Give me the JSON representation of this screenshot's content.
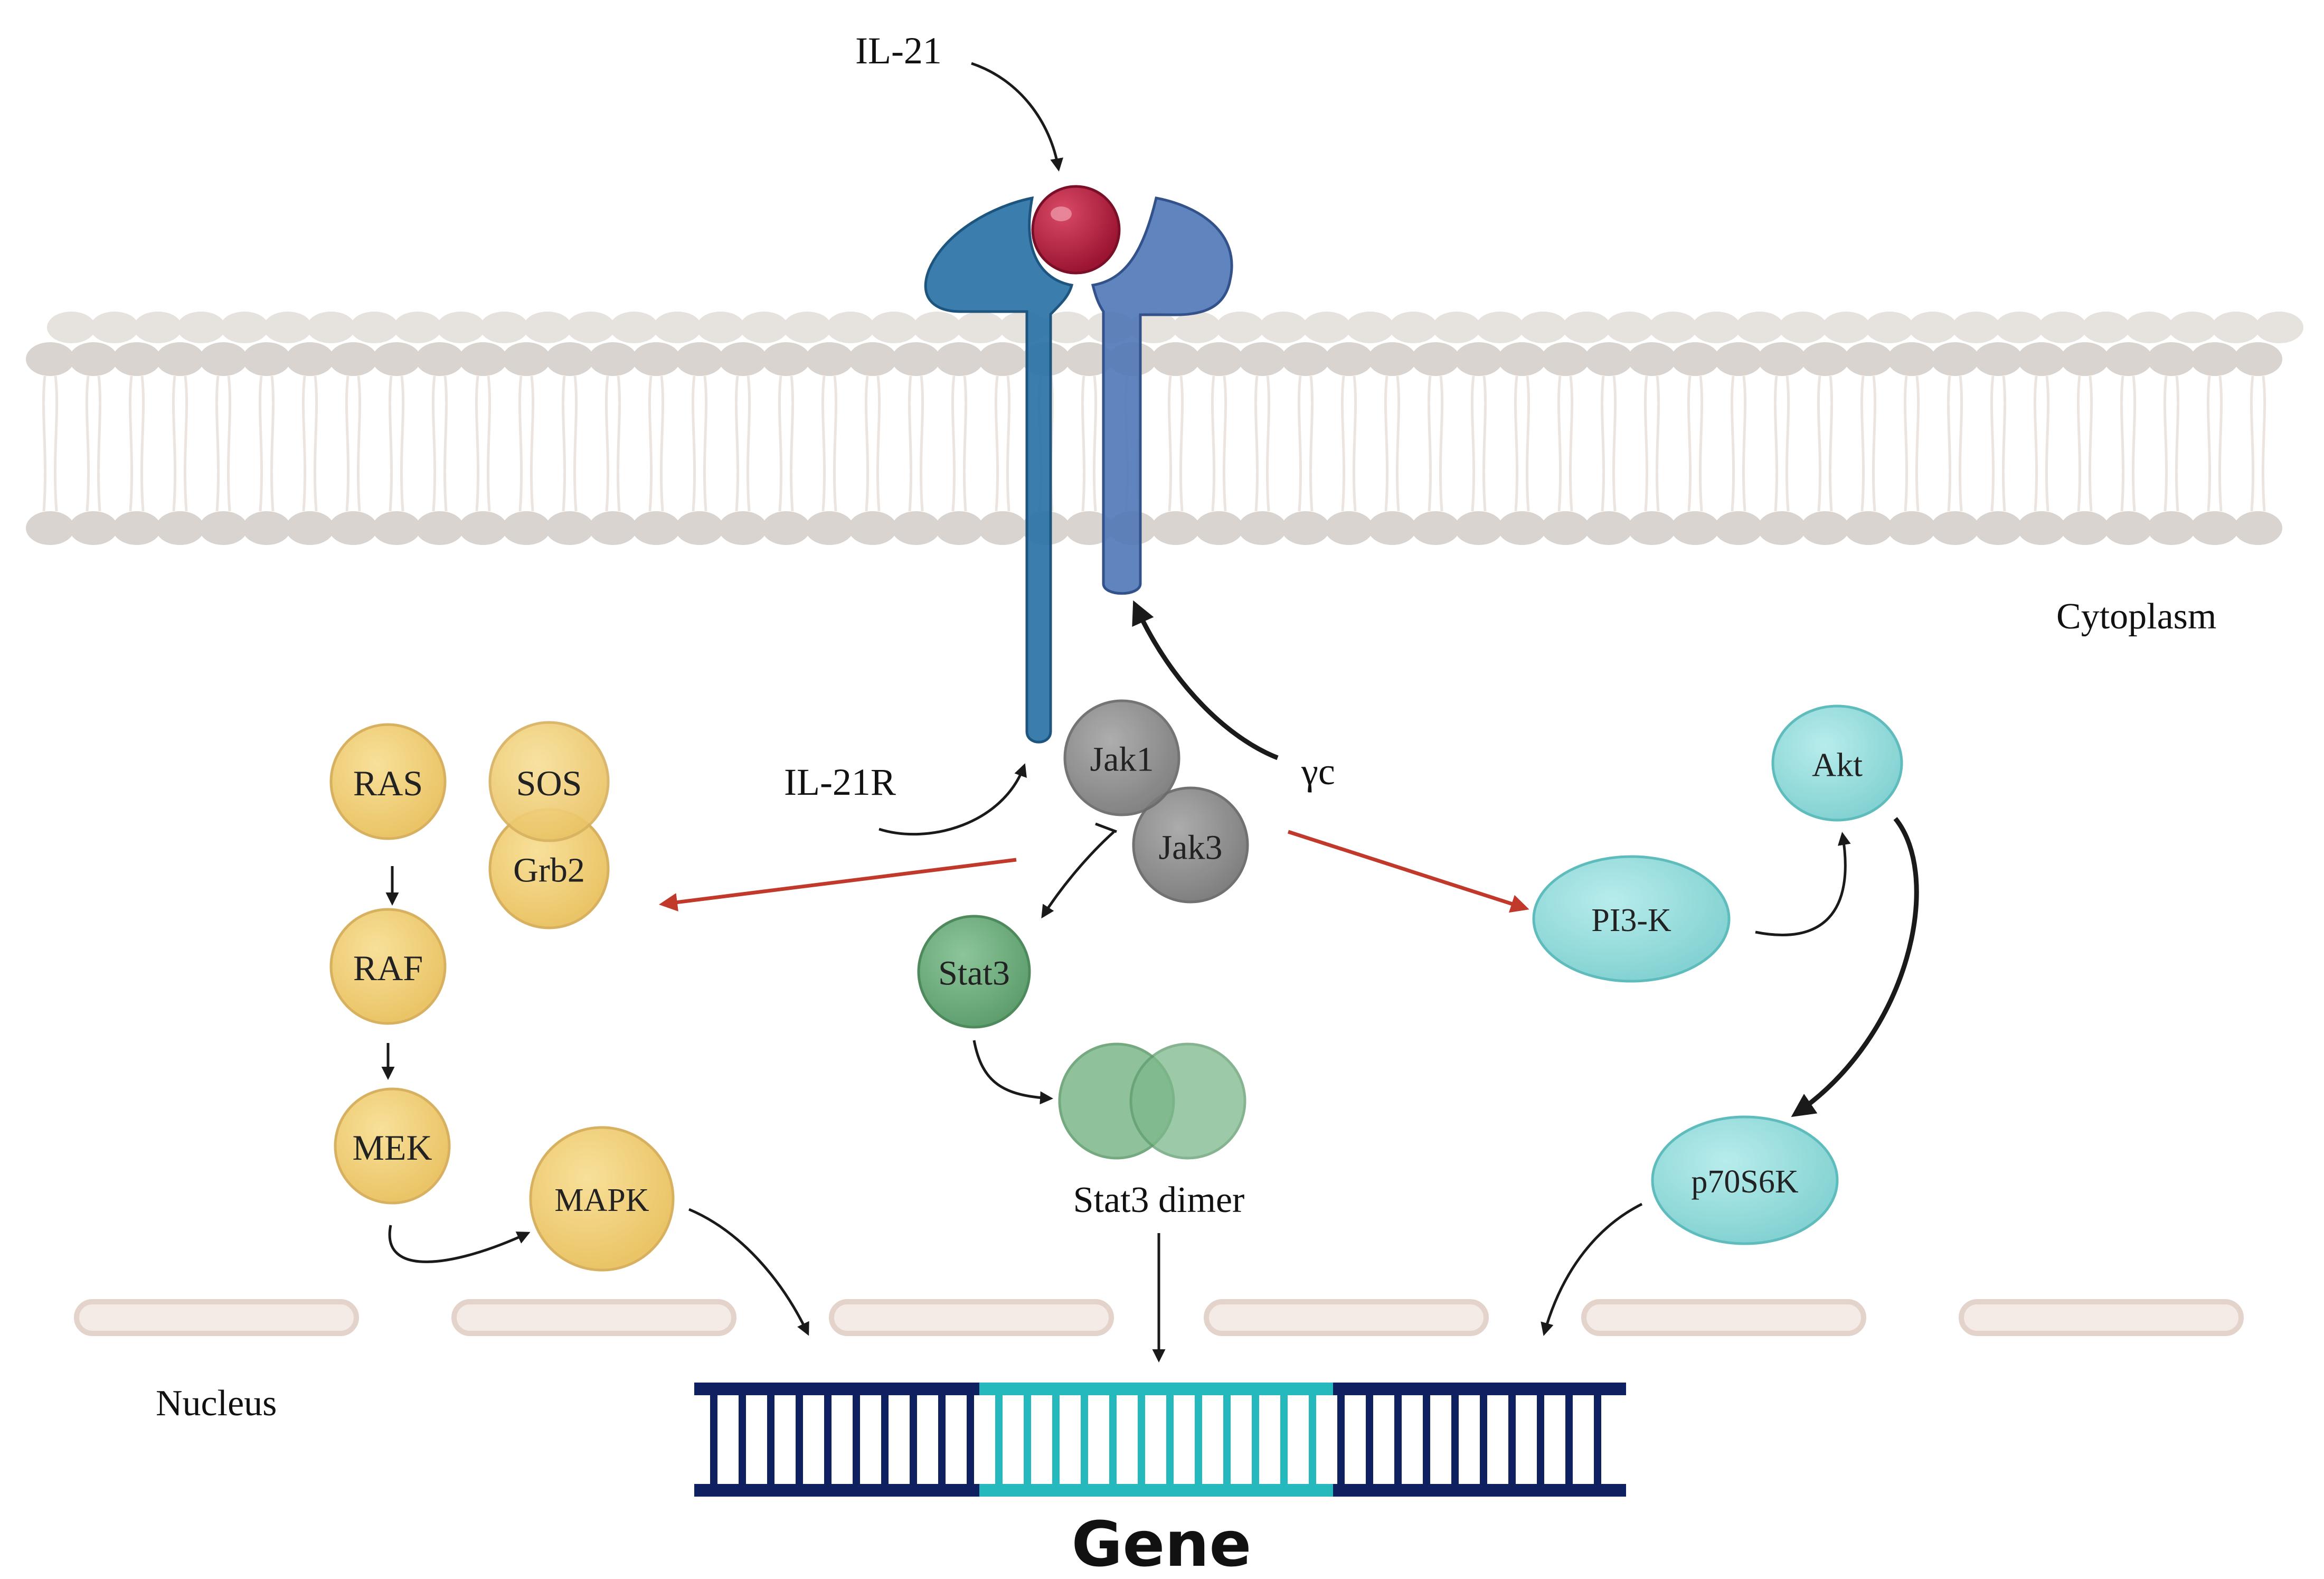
{
  "ligand": {
    "label": "IL-21",
    "color": "#b01e3c"
  },
  "receptor": {
    "label": "IL-21R",
    "chain_label": "γc",
    "color_alpha": "#2a6f9e",
    "color_gamma": "#4a6fb0"
  },
  "compartments": {
    "cytoplasm": "Cytoplasm",
    "nucleus": "Nucleus"
  },
  "kinases": {
    "jak1": "Jak1",
    "jak3": "Jak3",
    "color": "#8a8a8a"
  },
  "stat_pathway": {
    "stat3": "Stat3",
    "dimer": "Stat3 dimer",
    "color": "#6aaa78"
  },
  "mapk_pathway": {
    "ras": "RAS",
    "sos": "SOS",
    "grb2": "Grb2",
    "raf": "RAF",
    "mek": "MEK",
    "mapk": "MAPK",
    "color": "#f0cd72"
  },
  "pi3k_pathway": {
    "pi3k": "PI3-K",
    "akt": "Akt",
    "p70s6k": "p70S6K",
    "color": "#8fd8d8"
  },
  "gene": {
    "label": "Gene",
    "color_outer": "#0f2060",
    "color_center": "#25b8bd"
  },
  "colors": {
    "arrow_black": "#1a1a1a",
    "arrow_red": "#c0392b",
    "membrane": "#d9d4cf",
    "nuclear_pore": "#efe3dc"
  }
}
